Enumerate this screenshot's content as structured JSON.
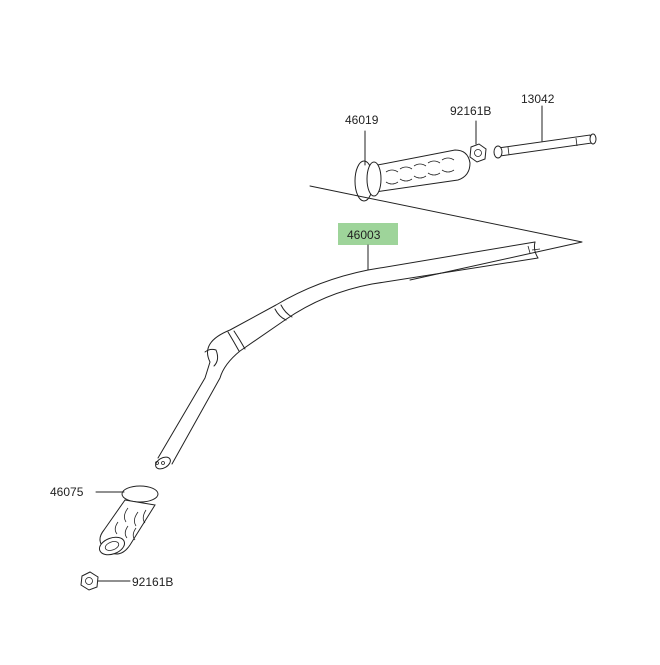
{
  "parts": {
    "p46019": "46019",
    "p92161b_top": "92161B",
    "p13042": "13042",
    "p46003": "46003",
    "p46075": "46075",
    "p92161b_bottom": "92161B"
  },
  "colors": {
    "highlight": "#9ed49a",
    "line": "#222222"
  }
}
